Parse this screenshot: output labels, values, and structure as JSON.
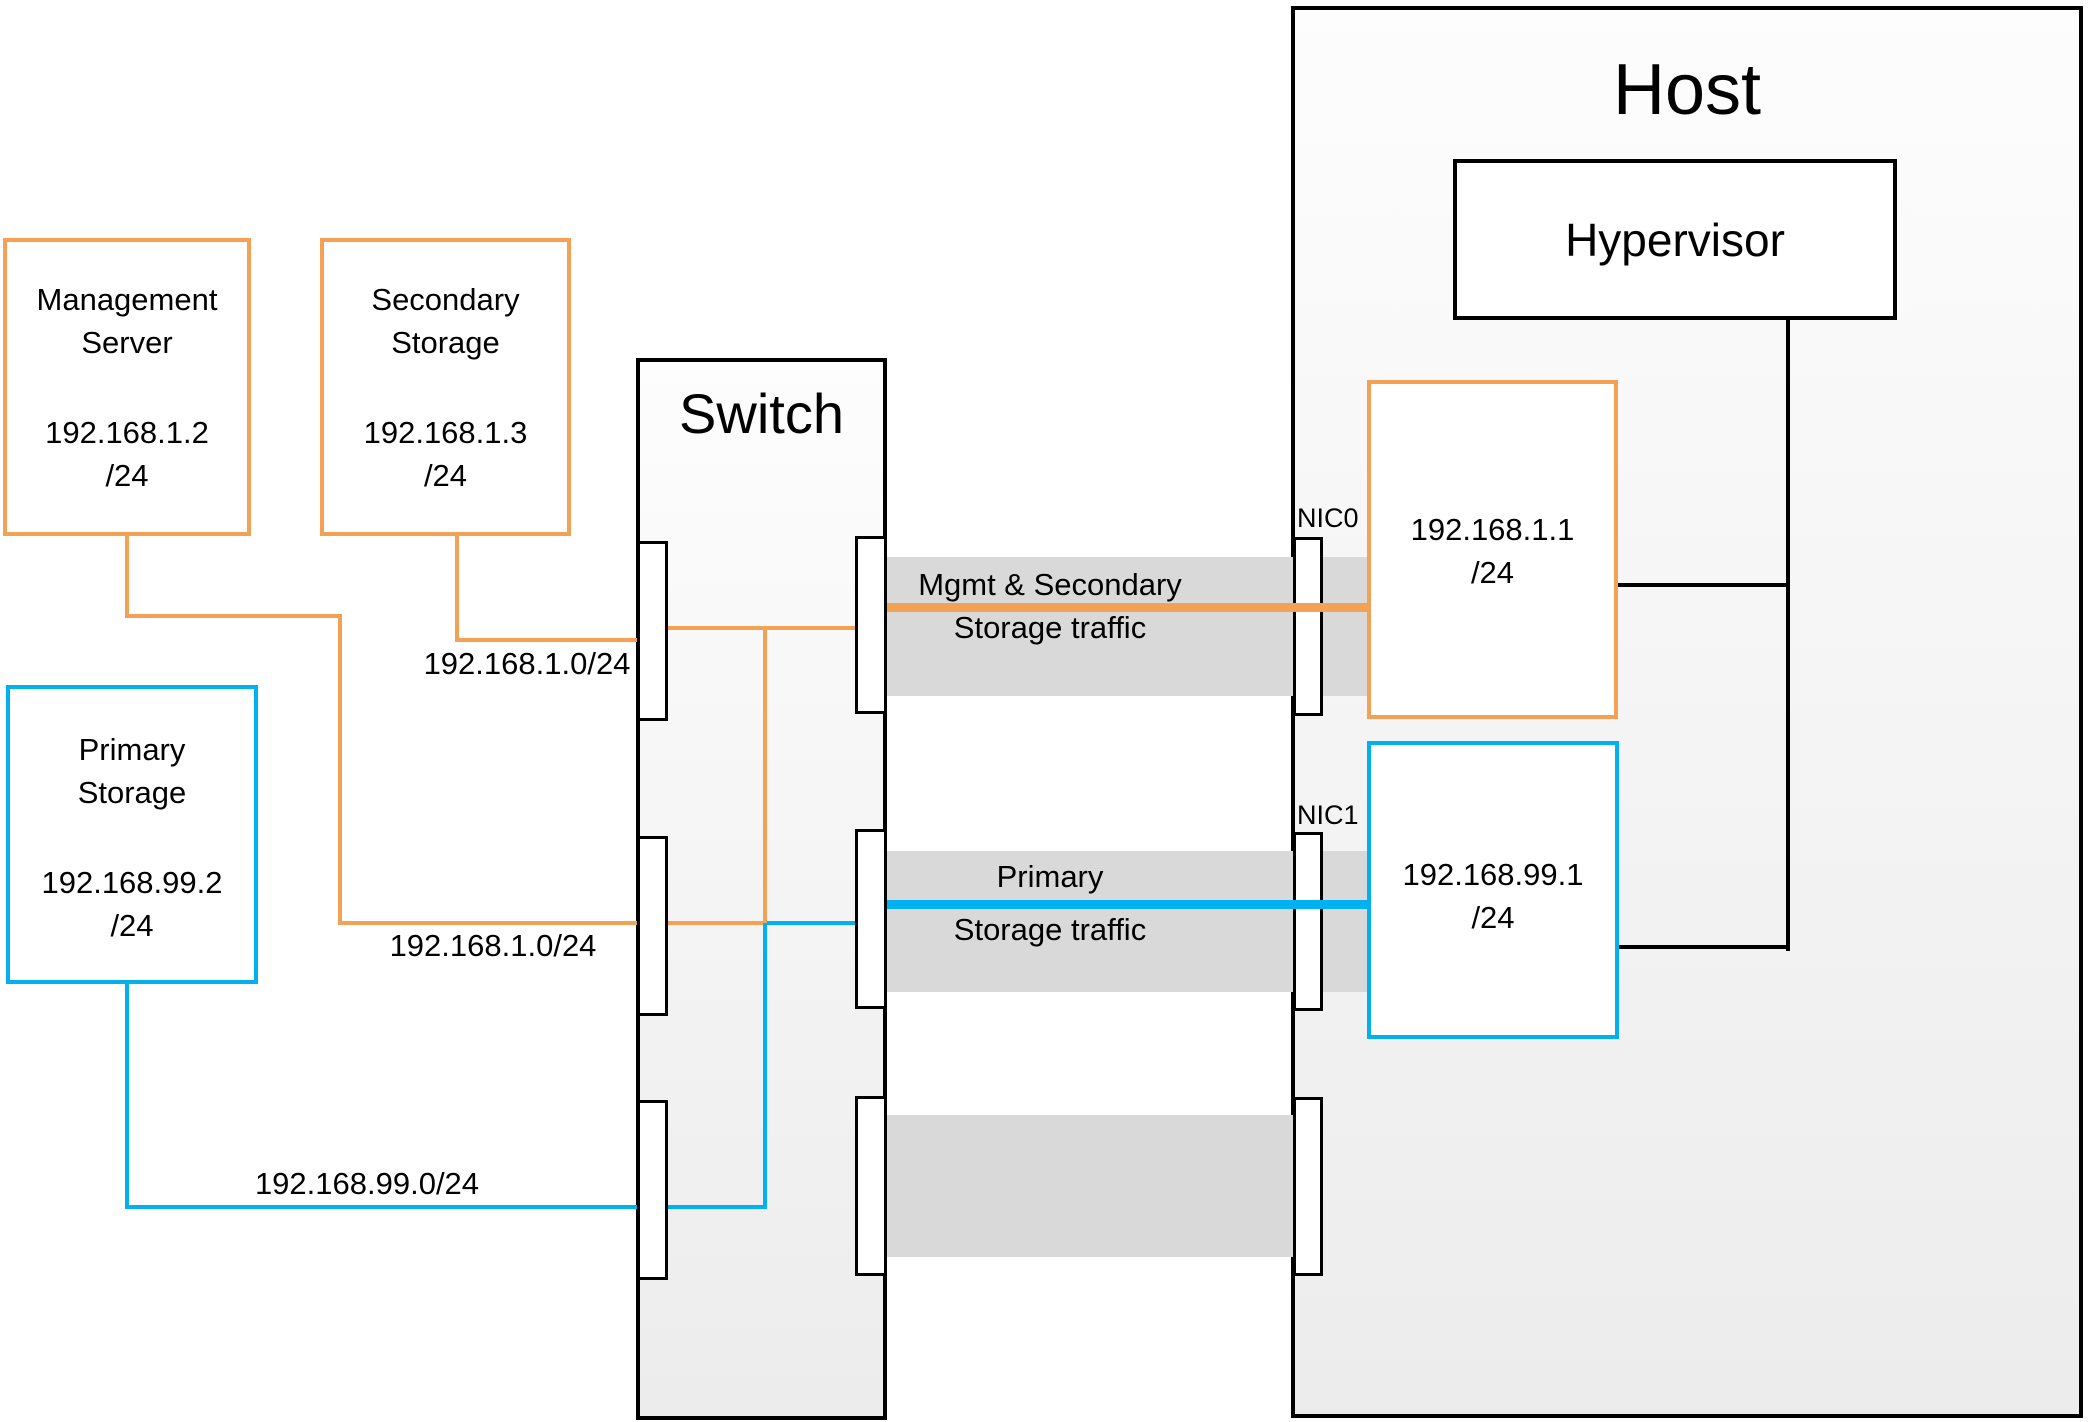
{
  "diagram": {
    "management_server": {
      "name": [
        "Management",
        "Server"
      ],
      "ip": "192.168.1.2",
      "mask": "/24"
    },
    "secondary_storage": {
      "name": [
        "Secondary",
        "Storage"
      ],
      "ip": "192.168.1.3",
      "mask": "/24"
    },
    "primary_storage": {
      "name": [
        "Primary",
        "Storage"
      ],
      "ip": "192.168.99.2",
      "mask": "/24"
    },
    "switch": {
      "title": "Switch"
    },
    "host": {
      "title": "Host",
      "hypervisor_label": "Hypervisor",
      "nic0": {
        "label": "NIC0",
        "ip": "192.168.1.1",
        "mask": "/24"
      },
      "nic1": {
        "label": "NIC1",
        "ip": "192.168.99.1",
        "mask": "/24"
      }
    },
    "subnet_labels": {
      "secondary_link": "192.168.1.0/24",
      "management_link": "192.168.1.0/24",
      "primary_link": "192.168.99.0/24"
    },
    "traffic_labels": {
      "mgmt_secondary": [
        "Mgmt & Secondary",
        "Storage traffic"
      ],
      "primary": [
        "Primary",
        "Storage traffic"
      ]
    },
    "colors": {
      "orange": "#F2A155",
      "blue": "#00B0F0",
      "band_gray": "#D9D9D9",
      "black": "#000000"
    }
  }
}
